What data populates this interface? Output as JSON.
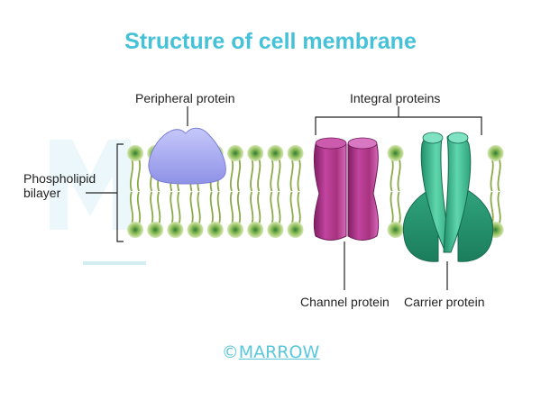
{
  "title": "Structure of cell membrane",
  "labels": {
    "peripheral": "Peripheral protein",
    "integral": "Integral proteins",
    "phospholipid_line1": "Phospholipid",
    "phospholipid_line2": "bilayer",
    "channel": "Channel protein",
    "carrier": "Carrier protein"
  },
  "watermark": {
    "symbol": "©",
    "brand": "MARROW"
  },
  "colors": {
    "title": "#45c1d8",
    "head_fill": "#b9d98a",
    "tail": "#8aaa4a",
    "peripheral": "#a6a9f0",
    "channel": "#b23c8f",
    "carrier": "#3fbf96"
  }
}
